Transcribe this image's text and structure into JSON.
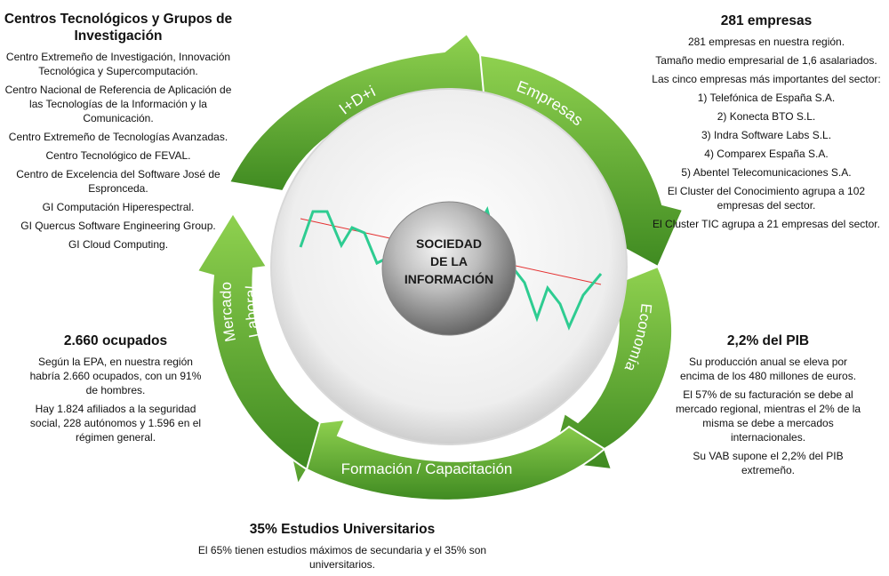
{
  "colors": {
    "arrow_green": "#6bb33a",
    "arrow_dark": "#3f8a21",
    "zigzag": "#2ecc91",
    "trend_line": "#e53030"
  },
  "segments": {
    "idi": "I+D+i",
    "empresas": "Empresas",
    "economia": "Economía",
    "formacion": "Formación / Capacitación",
    "mercado_line1": "Mercado",
    "mercado_line2": "Laboral"
  },
  "center": {
    "line1": "SOCIEDAD",
    "line2": "DE LA",
    "line3": "INFORMACIÓN"
  },
  "centros": {
    "title": "Centros Tecnológicos y Grupos de Investigación",
    "items": [
      "Centro Extremeño de Investigación, Innovación Tecnológica y Supercomputación.",
      "Centro Nacional de Referencia de Aplicación de las Tecnologías de la Información y la Comunicación.",
      "Centro Extremeño de Tecnologías Avanzadas.",
      "Centro Tecnológico de FEVAL.",
      "Centro de Excelencia del Software José de Espronceda.",
      "GI Computación Hiperespectral.",
      "GI Quercus Software Engineering Group.",
      "GI Cloud Computing."
    ]
  },
  "ocupados": {
    "title": "2.660 ocupados",
    "p1": "Según la EPA, en nuestra región habría 2.660 ocupados, con un 91% de hombres.",
    "p2": "Hay 1.824 afiliados a la seguridad social, 228 autónomos y 1.596 en el régimen general."
  },
  "empresas": {
    "title": "281 empresas",
    "p1": "281 empresas en nuestra región.",
    "p2": "Tamaño medio empresarial de 1,6 asalariados.",
    "p3": "Las cinco empresas más importantes del sector:",
    "list": [
      "1)   Telefónica de España S.A.",
      "2)   Konecta BTO S.L.",
      "3) Indra Software Labs S.L.",
      "4) Comparex España S.A.",
      "5) Abentel Telecomunicaciones S.A."
    ],
    "p4": "El Cluster del Conocimiento agrupa a 102 empresas del sector.",
    "p5": "El Cluster TIC agrupa a 21 empresas del sector."
  },
  "pib": {
    "title": "2,2% del PIB",
    "p1": "Su producción anual se eleva por encima de los 480 millones de euros.",
    "p2": "El 57% de su facturación se debe al mercado regional, mientras el 2% de la misma se debe a mercados internacionales.",
    "p3": "Su VAB supone el 2,2% del PIB extremeño."
  },
  "estudios": {
    "title": "35% Estudios Universitarios",
    "p1": "El 65% tienen estudios máximos  de secundaria y el 35% son universitarios."
  }
}
